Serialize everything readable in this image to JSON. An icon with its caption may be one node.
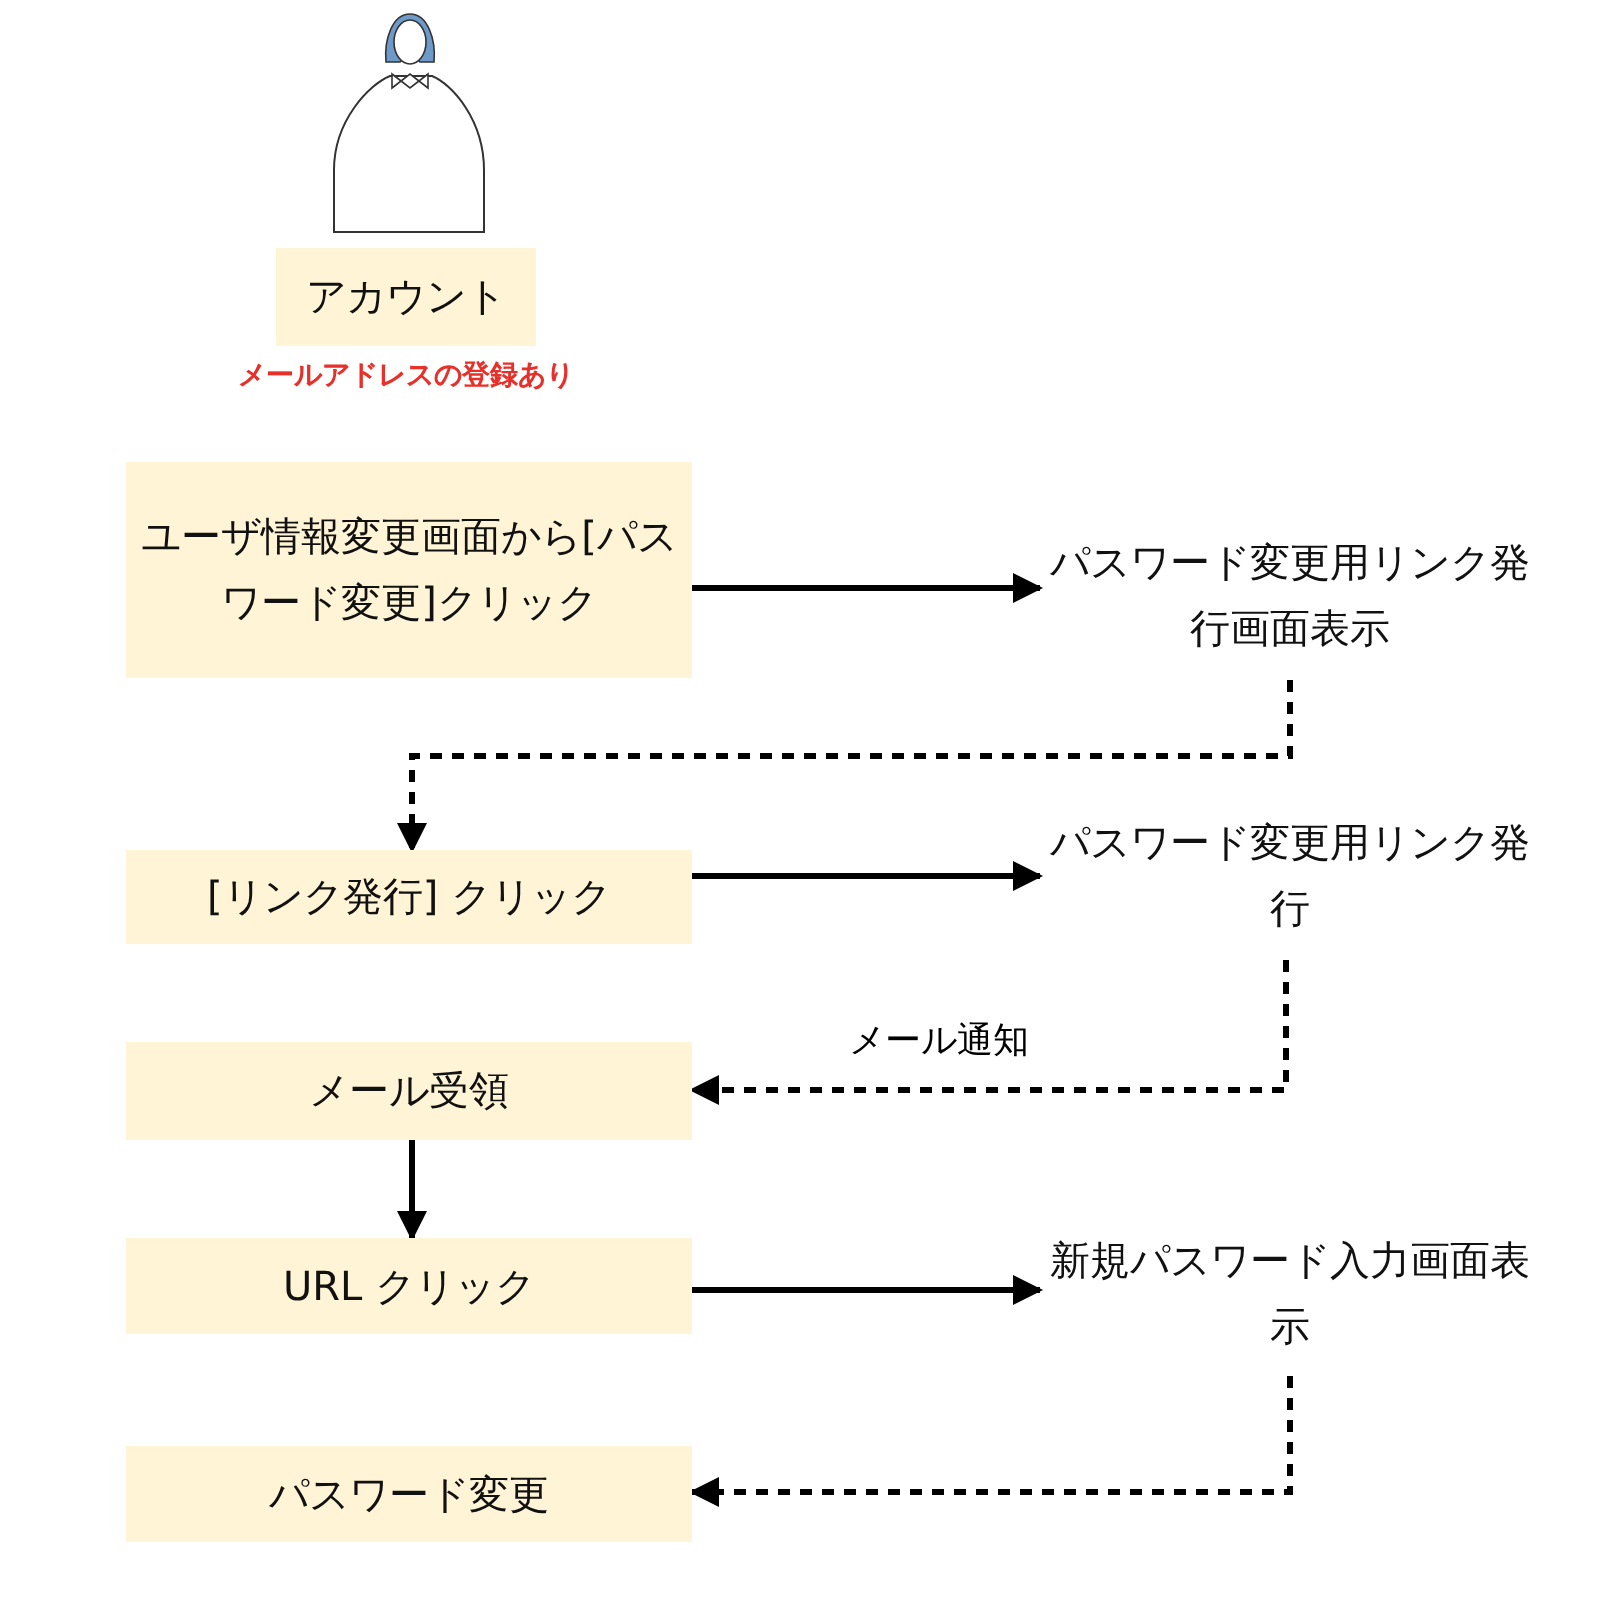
{
  "diagram": {
    "nodes": [
      {
        "text": [
          "アカウント"
        ],
        "beside": [
          "メールアドレスの登録あり"
        ]
      },
      {
        "text": [
          "ユーザ情報変更画面から[パスワード変更]クリック"
        ]
      },
      {
        "text": [
          "パスワード変更用リンク発行画面表示"
        ]
      },
      {
        "text": [
          "[リンク発行] クリック"
        ]
      },
      {
        "text": [
          "パスワード変更用リンク発行"
        ]
      },
      {
        "text": [
          "メール受領"
        ]
      },
      {
        "text": [
          "URL クリック"
        ]
      },
      {
        "text": [
          "新規パスワード入力画面表示"
        ]
      },
      {
        "text": [
          "パスワード変更"
        ]
      }
    ],
    "edges": [
      {
        "from": 1,
        "to": 2,
        "arrow": "to"
      },
      {
        "from": 2,
        "to": 3,
        "arrow": "to",
        "style": "dashed"
      },
      {
        "from": 3,
        "to": 4,
        "arrow": "to"
      },
      {
        "from": 4,
        "to": 5,
        "arrow": "to",
        "style": "dashed",
        "label": "メール通知"
      },
      {
        "from": 5,
        "to": 6,
        "arrow": "to"
      },
      {
        "from": 6,
        "to": 7,
        "arrow": "to"
      },
      {
        "from": 7,
        "to": 8,
        "arrow": "to",
        "style": "dashed"
      }
    ]
  }
}
